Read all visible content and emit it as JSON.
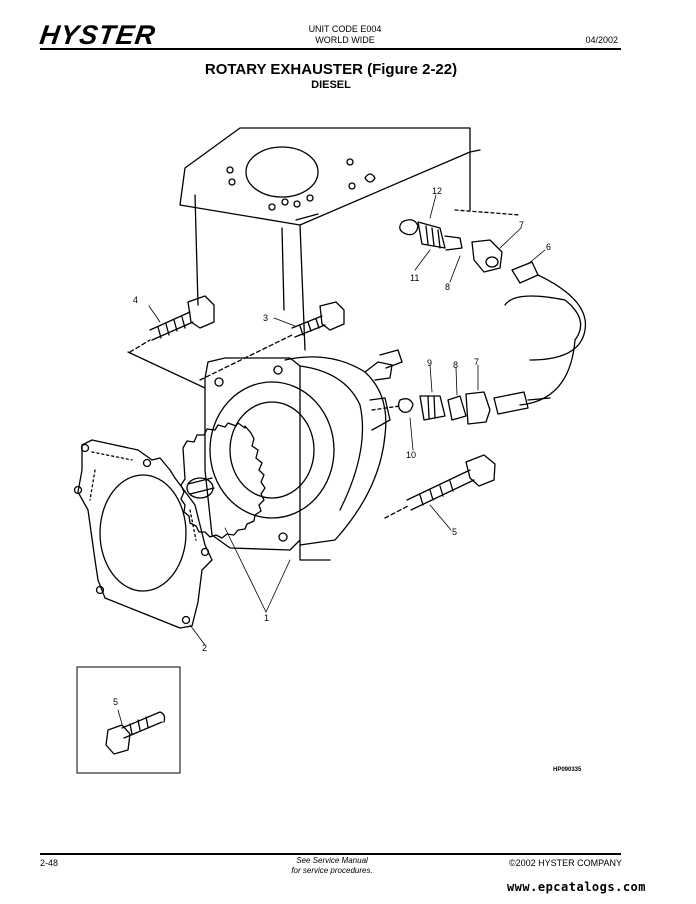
{
  "header": {
    "logo": "HYSTER",
    "unit_code": "UNIT CODE E004",
    "region": "WORLD WIDE",
    "date": "04/2002"
  },
  "title": "ROTARY EXHAUSTER (Figure 2-22)",
  "subtitle": "DIESEL",
  "figure": {
    "reference": "HP090335",
    "callouts": [
      "1",
      "2",
      "3",
      "4",
      "5",
      "5",
      "6",
      "7",
      "7",
      "8",
      "8",
      "9",
      "10",
      "11",
      "12"
    ]
  },
  "footer": {
    "page_number": "2-48",
    "note_line1": "See Service Manual",
    "note_line2": "for service procedures.",
    "copyright": "©2002 HYSTER COMPANY"
  },
  "watermark": "www.epcatalogs.com"
}
